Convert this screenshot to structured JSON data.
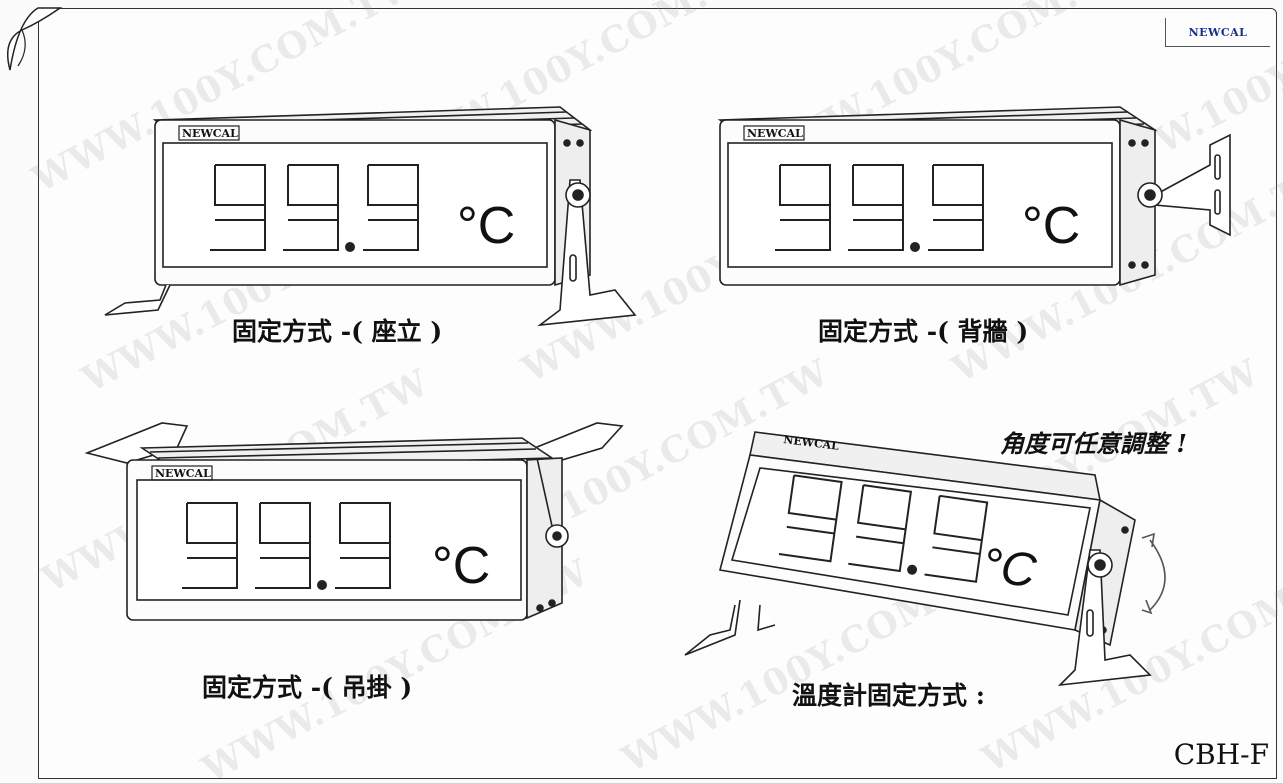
{
  "brand": "NEWCAL",
  "display_reading": "99.9",
  "unit": "°C",
  "mounting_options": [
    {
      "label": "固定方式 -( 座立 )"
    },
    {
      "label": "固定方式 -( 背牆 )"
    },
    {
      "label": "固定方式 -( 吊掛 )"
    },
    {
      "label": "溫度計固定方式 :"
    }
  ],
  "angle_note": "角度可任意調整 !",
  "model_code": "CBH-F",
  "watermark": "WWW.100Y.COM.TW",
  "colors": {
    "brand_blue": "#1a2f8a",
    "line": "#222222"
  }
}
